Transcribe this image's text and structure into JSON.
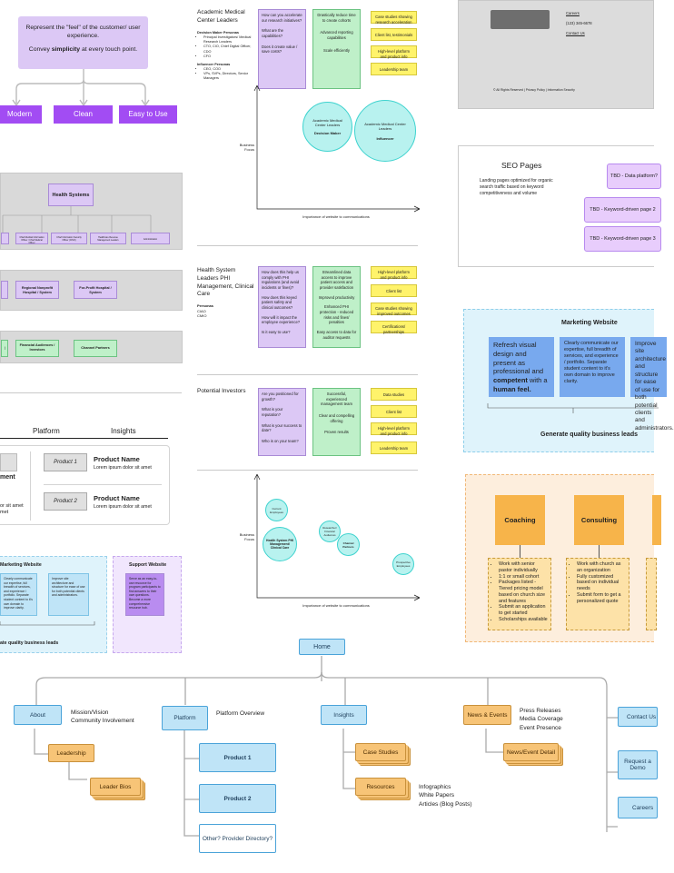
{
  "feel": {
    "line1": "Represent the \"feel\" of the customer/ user experience.",
    "line2a": "Convey ",
    "line2b": "simplicity",
    "line2c": " at every touch point.",
    "buttons": [
      "Modern",
      "Clean",
      "Easy to Use"
    ]
  },
  "health_systems": {
    "title": "Health Systems",
    "children": [
      "Chief Medical Information Officer / Chief Medical Officer",
      "Chief Information Security Officer (CISO)",
      "Healthcare Revenue Management Leaders",
      "Administration"
    ],
    "child_row_b": [
      "Regional Nonprofit Hospital / System",
      "For-Profit Hospital / System"
    ],
    "child_row_c": [
      "Financial Audiences / Investors",
      "Channel Partners"
    ]
  },
  "product_nav": {
    "tabs": [
      "Platform",
      "Insights"
    ],
    "items": [
      {
        "thumb": "Product 1",
        "name": "Product Name",
        "desc": "Lorem ipsum dolor sit amet"
      },
      {
        "thumb": "Product 2",
        "name": "Product Name",
        "desc": "Lorem ipsum dolor sit amet"
      }
    ],
    "cut_left": [
      "ment",
      "or sit amet",
      "met"
    ]
  },
  "mini_marketing": {
    "title": "Marketing Website",
    "note1": "Clearly communicate our expertise, full breadth of services, and experience / portfolio. Separate student content to it's own domain to improve clarity.",
    "note2": "Improve site architecture and structure for ease of use for both potential clients and administrators.",
    "footer": "ate quality business leads",
    "support_title": "Support Website",
    "support_note": "Serve as an easy-to-use resource for program participants to find answers to their own questions. Become a more comprehensive resource hub."
  },
  "persona1": {
    "title": "Academic Medical Center Leaders",
    "dm_label": "Decision Maker Personas",
    "dm_items": [
      "Principal Investigators/ Medical Research Leaders",
      "CTO, CIO, Chief Digital Officer, CDO",
      "CFO"
    ],
    "inf_label": "Influencer Personas",
    "inf_items": [
      "CEO, COO",
      "VPs, SVPs, Directors, Senior Managers"
    ],
    "questions": [
      "How can you accelerate our research initiatives?",
      "What are the capabilities?",
      "Does it create value / save costs?"
    ],
    "outcomes": [
      "Drastically reduce time to create cohorts",
      "Advanced reporting capabilities",
      "Scale efficiently"
    ],
    "content": [
      "Case studies showing research acceleration",
      "Client list, testimonials",
      "High-level platform and product info",
      "Leadership team"
    ]
  },
  "chart1": {
    "ylabel": "Business Focus",
    "xlabel": "Importance of website to communications",
    "bubbles": [
      {
        "name": "Academic Medical Center Leaders",
        "role": "Decision Maker"
      },
      {
        "name": "Academic Medical Center Leaders",
        "role": "Influencer"
      }
    ]
  },
  "persona2": {
    "title": "Health System Leaders PHI Management, Clinical Care",
    "persona_label": "Personas",
    "personas": [
      "CIAO",
      "CMIO"
    ],
    "questions": [
      "How does this help us comply with PHI regulations (and avoid incidents or fines)?",
      "How does this keyed patient safety and clinical outcomes?",
      "How will it impact the employee experience?",
      "Is it easy to use?"
    ],
    "outcomes": [
      "Streamlined data access to improve patient access and provider satisfaction",
      "Improved productivity",
      "Enhanced PHI protection - reduced risks and fines/ penalties",
      "Easy access to data for auditor requests"
    ],
    "content": [
      "High-level platform and product info",
      "Client list",
      "Case studies showing improved outcomes",
      "Certifications/ partnerships"
    ]
  },
  "persona3": {
    "title": "Potential Investors",
    "questions": [
      "Are you positioned for growth?",
      "What is your reputation?",
      "What is your success to date?",
      "Who is on your team?"
    ],
    "outcomes": [
      "Successful, experienced management team",
      "Clear and compelling offering",
      "Proven results"
    ],
    "content": [
      "Data studies",
      "Client list",
      "High-level platform and product info",
      "Leadership team"
    ]
  },
  "chart2": {
    "ylabel": "Business Focus",
    "xlabel": "Importance of website to communications",
    "bubbles": [
      "Current Employees",
      "Health System PHI Management/ Clinical Care",
      "Researcher/ Financial Audiences",
      "Channel Partners",
      "Prospective Employees"
    ]
  },
  "footer_mock": {
    "links": [
      "Careers",
      "(123) 345-6678",
      "Contact Us"
    ],
    "legal": "© All Rights Reserved | Privacy Policy | Information Security"
  },
  "seo": {
    "title": "SEO Pages",
    "desc": "Landing pages optimized for organic search traffic based on keyword competitiveness and volume",
    "buttons": [
      "TBD - Data platform?",
      "TBD - Keyword-driven page 2",
      "TBD - Keyword-driven page 3"
    ]
  },
  "marketing_right": {
    "title": "Marketing Website",
    "card1_a": "Refresh visual design and present as professional and ",
    "card1_b": "competent",
    "card1_c": " with a ",
    "card1_d": "human feel.",
    "card2": "Clearly communicate our expertise, full breadth of services, and experience / portfolio. Separate student content to it's own domain to improve clarity.",
    "card3": "Improve site architecture and structure for ease of use for both potential clients and administrators.",
    "footer": "Generate quality business leads"
  },
  "services": {
    "titles": [
      "Coaching",
      "Consulting"
    ],
    "coaching_items": [
      "Work with senior pastor individually",
      "1:1 or small cohort",
      "Packages listed - Tiered pricing model based on church size and features",
      "Submit an application to get started",
      "Scholarships available"
    ],
    "consulting_items": [
      "Work with church as an organization",
      "Fully customized based on individual needs",
      "Submit form to get a personalized quote"
    ]
  },
  "sitemap": {
    "home": "Home",
    "about": "About",
    "about_notes": [
      "Mission/Vision",
      "Community Involvement"
    ],
    "leadership": "Leadership",
    "leader_bios": "Leader Bios",
    "platform": "Platform",
    "platform_note": "Platform Overview",
    "product1": "Product 1",
    "product2": "Product 2",
    "other": "Other? Provider Directory?",
    "insights": "Insights",
    "case_studies": "Case Studies",
    "resources": "Resources",
    "resources_notes": [
      "Infographics",
      "White Papers",
      "Articles (Blog Posts)"
    ],
    "news": "News & Events",
    "news_notes": [
      "Press Releases",
      "Media Coverage",
      "Event Presence"
    ],
    "news_detail": "News/Event Detail",
    "contact": "Contact Us",
    "demo": "Request a Demo",
    "careers": "Careers"
  }
}
